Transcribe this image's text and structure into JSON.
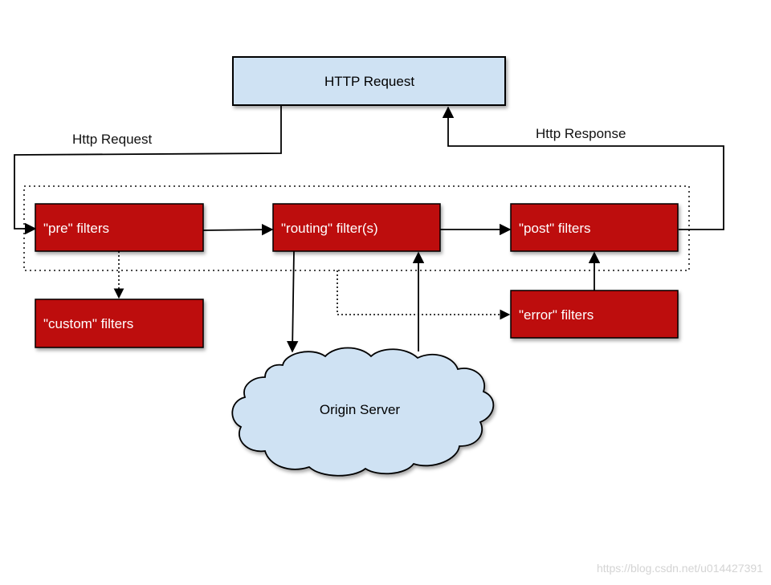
{
  "nodes": {
    "http_request": "HTTP Request",
    "pre": "\"pre\" filters",
    "routing": "\"routing\" filter(s)",
    "post": "\"post\" filters",
    "custom": "\"custom\" filters",
    "error": "\"error\" filters",
    "origin": "Origin Server"
  },
  "edges": {
    "request_label": "Http Request",
    "response_label": "Http Response"
  },
  "watermark": "https://blog.csdn.net/u014427391",
  "colors": {
    "request_box": "#cfe2f3",
    "filter_box": "#bd0c0c",
    "cloud": "#cfe2f3",
    "stroke": "#000000"
  }
}
